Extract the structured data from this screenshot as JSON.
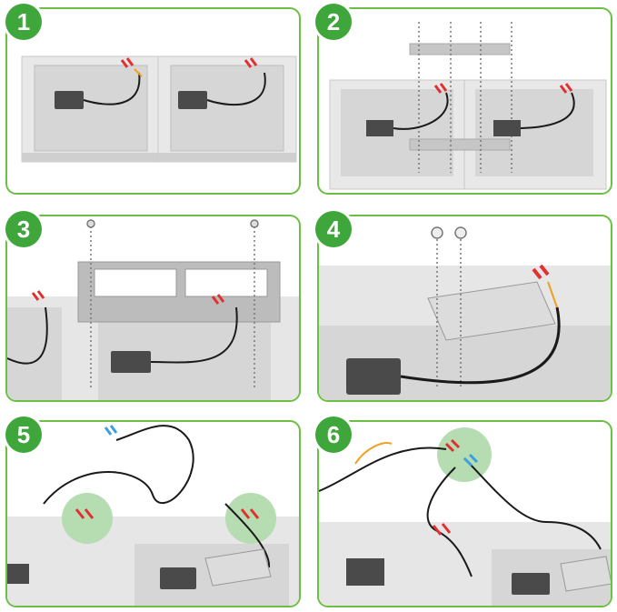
{
  "steps": [
    {
      "number": "1"
    },
    {
      "number": "2"
    },
    {
      "number": "3"
    },
    {
      "number": "4"
    },
    {
      "number": "5"
    },
    {
      "number": "6"
    }
  ],
  "colors": {
    "border": "#6cbf45",
    "badge": "#3ea63a",
    "panel_frame": "#e6e6e6",
    "panel_glass": "#d9d9d9",
    "junction_box": "#4a4a4a",
    "cable": "#1a1a1a",
    "connector_red": "#e03030",
    "connector_blue": "#3aa0e0",
    "wire_orange": "#f0a020",
    "highlight": "#b6dcb2"
  },
  "icons": [
    "solar-panel",
    "junction-box",
    "screw",
    "mounting-bracket",
    "mc4-connector"
  ]
}
